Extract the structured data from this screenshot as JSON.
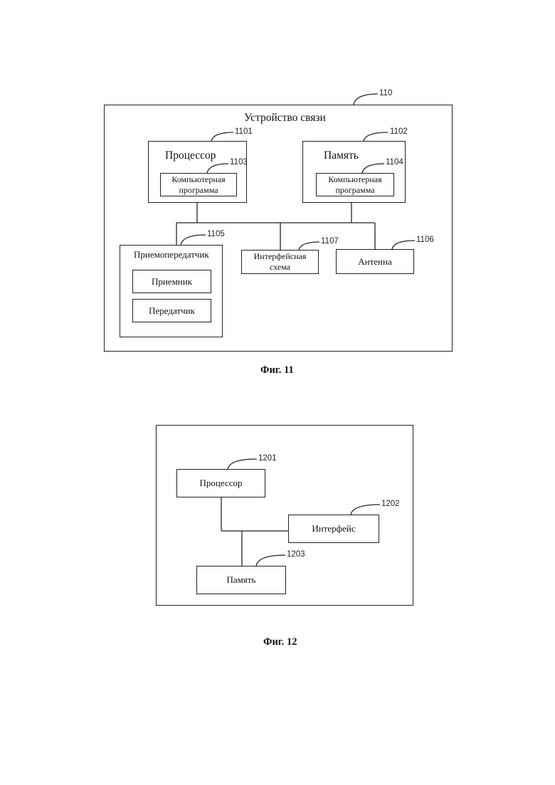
{
  "fig11": {
    "ref_device": "110",
    "device_label": "Устройство связи",
    "processor": {
      "label": "Процессор",
      "ref": "1101"
    },
    "processor_program": {
      "line1": "Компьютерная",
      "line2": "программа",
      "ref": "1103"
    },
    "memory": {
      "label": "Память",
      "ref": "1102"
    },
    "memory_program": {
      "line1": "Компьютерная",
      "line2": "программа",
      "ref": "1104"
    },
    "transceiver": {
      "label": "Приемопередатчик",
      "ref": "1105"
    },
    "receiver": {
      "label": "Приемник"
    },
    "transmitter": {
      "label": "Передатчик"
    },
    "interface_circuit": {
      "line1": "Интерфейсная",
      "line2": "схема",
      "ref": "1107"
    },
    "antenna": {
      "label": "Антенна",
      "ref": "1106"
    },
    "caption": "Фиг. 11"
  },
  "fig12": {
    "processor": {
      "label": "Процессор",
      "ref": "1201"
    },
    "interface": {
      "label": "Интерфейс",
      "ref": "1202"
    },
    "memory": {
      "label": "Память",
      "ref": "1203"
    },
    "caption": "Фиг. 12"
  }
}
